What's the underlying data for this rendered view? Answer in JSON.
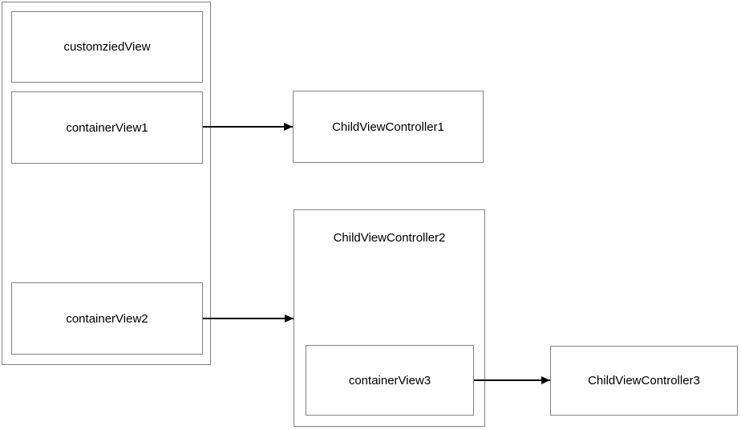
{
  "diagram": {
    "title": "view-controller containment diagram",
    "colors": {
      "background": "#ffffff",
      "box_border": "#828282",
      "arrow": "#000000",
      "text": "#000000"
    },
    "nodes": {
      "outer_view": {
        "label": ""
      },
      "customzied_view": {
        "label": "customziedView"
      },
      "container_view1": {
        "label": "containerView1"
      },
      "container_view2": {
        "label": "containerView2"
      },
      "child_vc1": {
        "label": "ChildViewController1"
      },
      "child_vc2": {
        "label": "ChildViewController2"
      },
      "container_view3": {
        "label": "containerView3"
      },
      "child_vc3": {
        "label": "ChildViewController3"
      }
    },
    "edges": [
      {
        "from": "containerView1",
        "to": "ChildViewController1"
      },
      {
        "from": "containerView2",
        "to": "ChildViewController2"
      },
      {
        "from": "containerView3",
        "to": "ChildViewController3"
      }
    ]
  }
}
